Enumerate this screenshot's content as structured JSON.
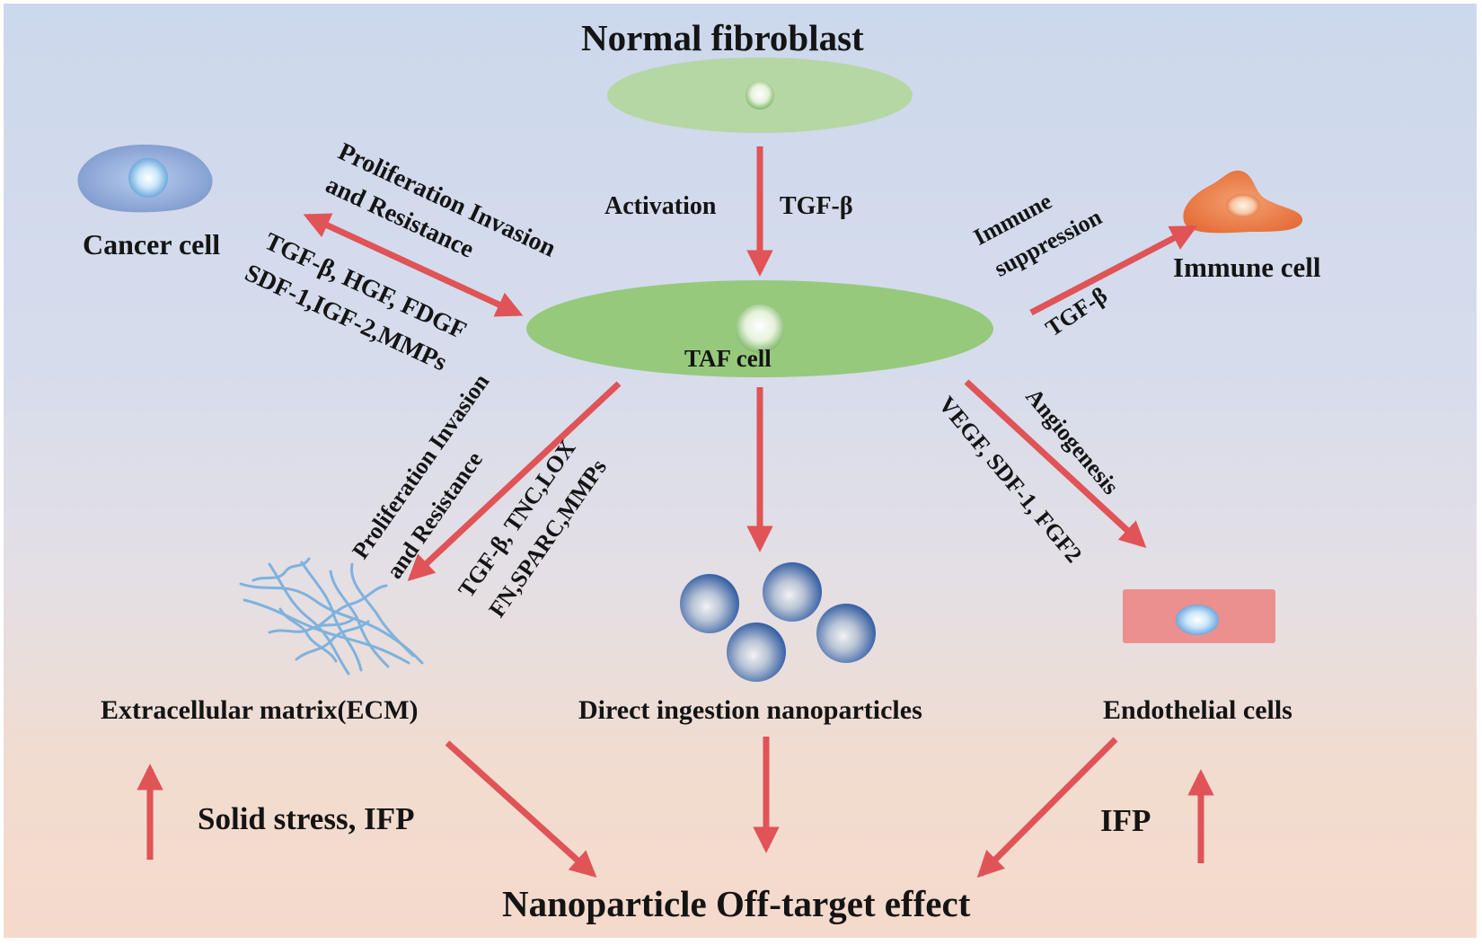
{
  "title": "Normal fibroblast",
  "taf_label": "TAF cell",
  "activation": {
    "label": "Activation",
    "factor": "TGF-β"
  },
  "cancer": {
    "label": "Cancer cell",
    "effect_line1": "Proliferation  Invasion",
    "effect_line2": "and Resistance",
    "factors_line1": "TGF-β, HGF, FDGF",
    "factors_line2": "SDF-1,IGF-2,MMPs"
  },
  "immune": {
    "label": "Immune cell",
    "effect_line1": "Immune",
    "effect_line2": "suppression",
    "factor": "TGF-β"
  },
  "ecm": {
    "label": "Extracellular  matrix(ECM)",
    "effect_line1": "Proliferation  Invasion",
    "effect_line2": "and Resistance",
    "factors_line1": "TGF-β, TNC,LOX",
    "factors_line2": "FN,SPARC,MMPs"
  },
  "nanoparticles": {
    "label": "Direct  ingestion  nanoparticles"
  },
  "endothelial": {
    "label": "Endothelial  cells",
    "effect": "Angiogenesis",
    "factors": "VEGF, SDF-1, FGF2"
  },
  "bottom": {
    "left_note": "Solid  stress,  IFP",
    "right_note": "IFP",
    "outcome": "Nanoparticle  Off-target  effect"
  },
  "colors": {
    "arrow": "#e05356",
    "fibroblast": "#b5d7a3",
    "taf": "#96c97c",
    "cancer_cell": "#8aa6d6",
    "immune_cell": "#ed8048",
    "endothelial": "#ec8f8f",
    "ecm_fiber": "#7fb2dd",
    "nanoparticle": "#2f5fa8"
  }
}
